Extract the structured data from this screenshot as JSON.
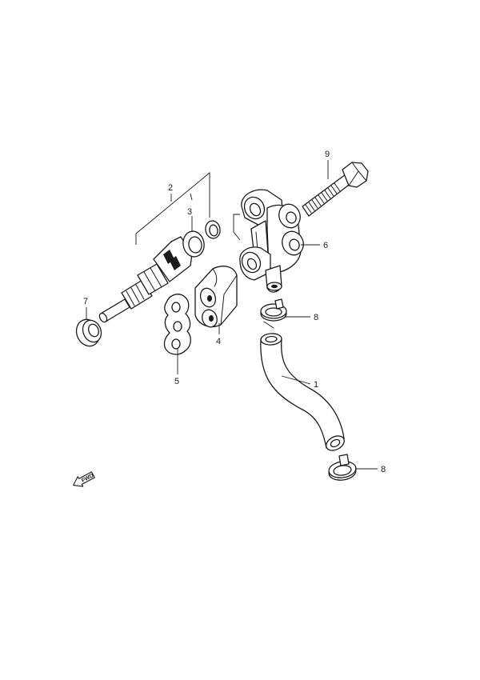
{
  "callouts": {
    "p1": "1",
    "p2": "2",
    "p3": "3",
    "p4": "4",
    "p5": "5",
    "p6": "6",
    "p7": "7",
    "p8a": "8",
    "p8b": "8",
    "p9": "9"
  },
  "fwd_label": "FWD"
}
